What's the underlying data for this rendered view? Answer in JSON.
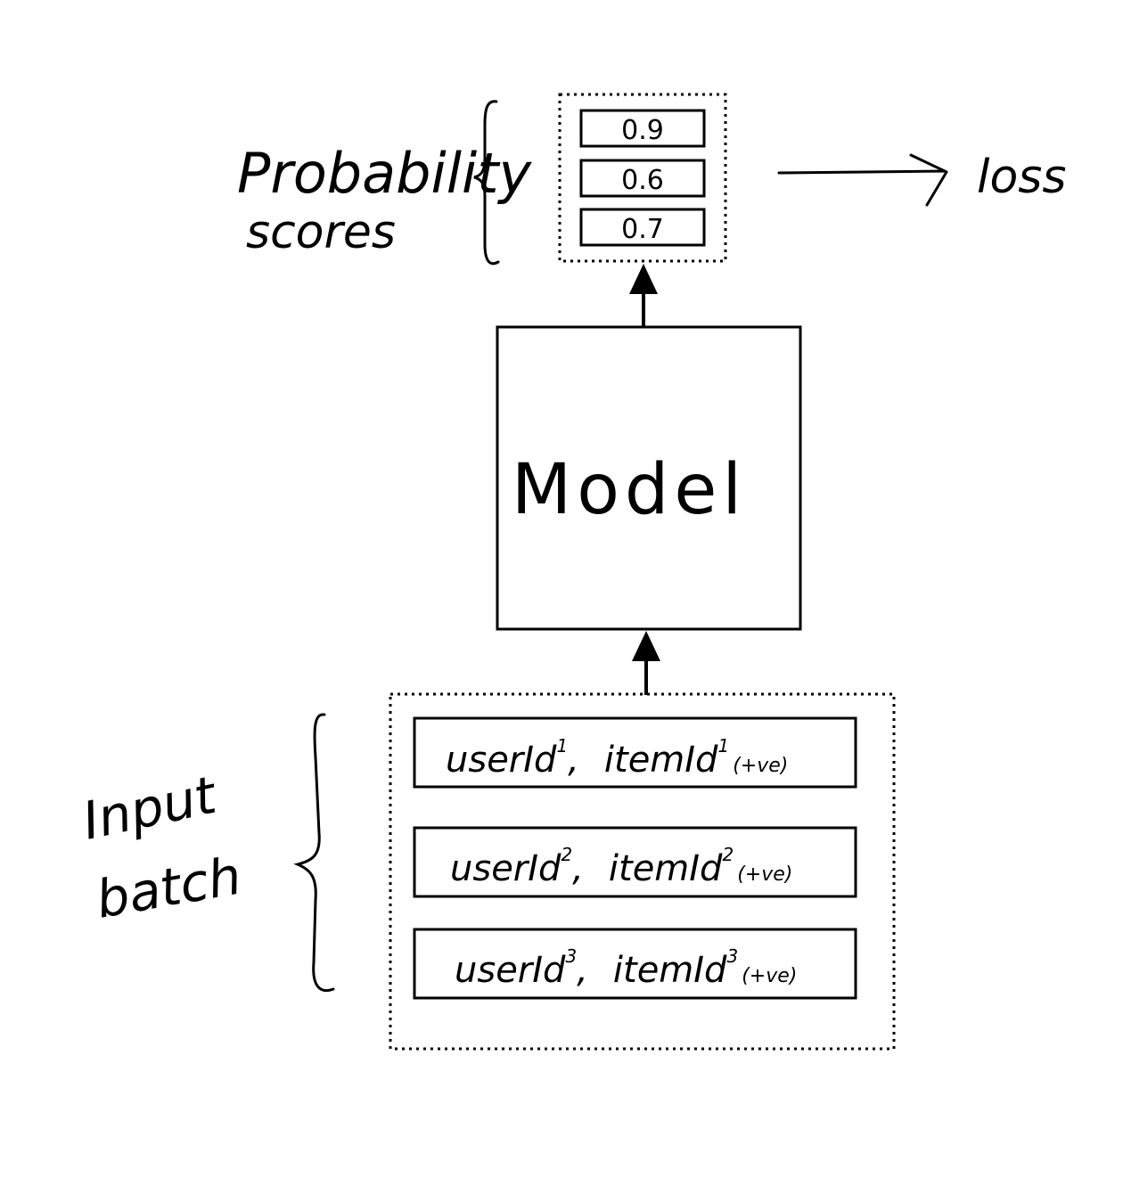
{
  "diagram": {
    "output_scores": [
      "0.9",
      "0.6",
      "0.7"
    ],
    "output_label": {
      "line1": "Probability",
      "line2": "scores"
    },
    "loss_label": "loss",
    "model_label": "Model",
    "input_label": {
      "line1": "Input",
      "line2": "batch"
    },
    "input_rows": [
      {
        "user": "userId",
        "user_sup": "1",
        "sep": ",",
        "item": "itemId",
        "item_sup": "1",
        "tag": "(+ve)"
      },
      {
        "user": "userId",
        "user_sup": "2",
        "sep": ",",
        "item": "itemId",
        "item_sup": "2",
        "tag": "(+ve)"
      },
      {
        "user": "userId",
        "user_sup": "3",
        "sep": ",",
        "item": "itemId",
        "item_sup": "3",
        "tag": "(+ve)"
      }
    ]
  }
}
